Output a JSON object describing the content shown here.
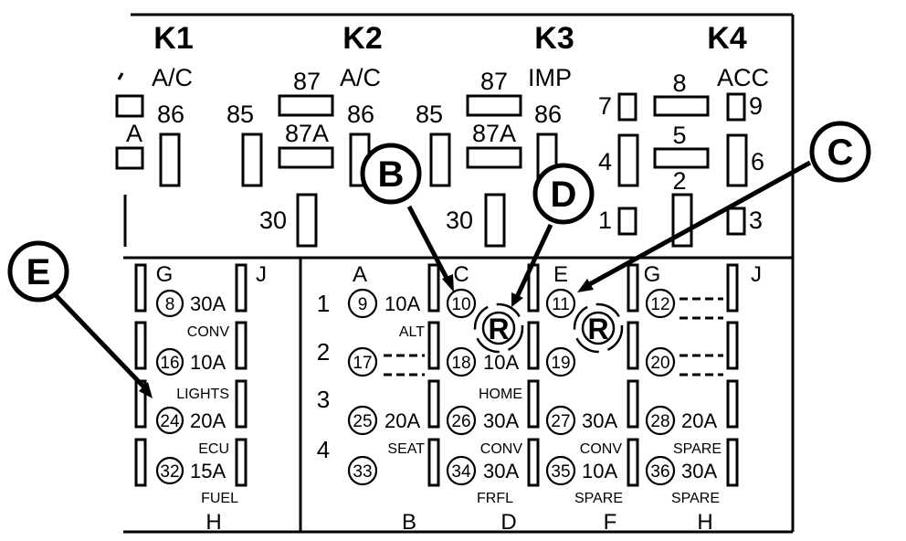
{
  "relays": [
    {
      "id": "K1",
      "type": "A/C",
      "p87": "",
      "p87a": "",
      "p86": "86",
      "p85": "",
      "p30": ""
    },
    {
      "id": "K2",
      "type": "A/C",
      "p87": "87",
      "p87a": "87A",
      "p86": "86",
      "p85": "85",
      "p30": "30"
    },
    {
      "id": "K3",
      "type": "IMP",
      "p87": "87",
      "p87a": "87A",
      "p86": "86",
      "p85": "85",
      "p30": "30"
    },
    {
      "id": "K4",
      "type": "ACC"
    }
  ],
  "k1_partial_label": "A",
  "k4_pins": [
    "7",
    "8",
    "9",
    "4",
    "5",
    "6",
    "1",
    "2",
    "3"
  ],
  "row_labels": [
    "1",
    "2",
    "3",
    "4"
  ],
  "left_block": {
    "top_cols": [
      "G",
      "J"
    ],
    "bottom_col": "H",
    "fuses": [
      {
        "num": "8",
        "amp": "30A",
        "label": "CONV"
      },
      {
        "num": "16",
        "amp": "10A",
        "label": "LIGHTS"
      },
      {
        "num": "24",
        "amp": "20A",
        "label": "ECU"
      },
      {
        "num": "32",
        "amp": "15A",
        "label": "FUEL"
      }
    ]
  },
  "main_block": {
    "top_cols": [
      "A",
      "C",
      "E",
      "G",
      "J"
    ],
    "bottom_cols": [
      "B",
      "D",
      "F",
      "H"
    ],
    "fuses": [
      {
        "num": "9",
        "amp": "10A",
        "label": "ALT"
      },
      {
        "num": "10",
        "amp": "",
        "label": ""
      },
      {
        "num": "11",
        "amp": "",
        "label": ""
      },
      {
        "num": "12",
        "amp": "",
        "label": ""
      },
      {
        "num": "17",
        "amp": "",
        "label": ""
      },
      {
        "num": "18",
        "amp": "10A",
        "label": "HOME"
      },
      {
        "num": "19",
        "amp": "",
        "label": ""
      },
      {
        "num": "20",
        "amp": "",
        "label": ""
      },
      {
        "num": "25",
        "amp": "20A",
        "label": "SEAT"
      },
      {
        "num": "26",
        "amp": "30A",
        "label": "CONV"
      },
      {
        "num": "27",
        "amp": "30A",
        "label": "CONV"
      },
      {
        "num": "28",
        "amp": "20A",
        "label": "SPARE"
      },
      {
        "num": "33",
        "amp": "",
        "label": ""
      },
      {
        "num": "34",
        "amp": "30A",
        "label": "FRFL"
      },
      {
        "num": "35",
        "amp": "10A",
        "label": "SPARE"
      },
      {
        "num": "36",
        "amp": "30A",
        "label": "SPARE"
      }
    ]
  },
  "reserved_symbol": "R",
  "callouts": [
    "B",
    "C",
    "D",
    "E"
  ]
}
